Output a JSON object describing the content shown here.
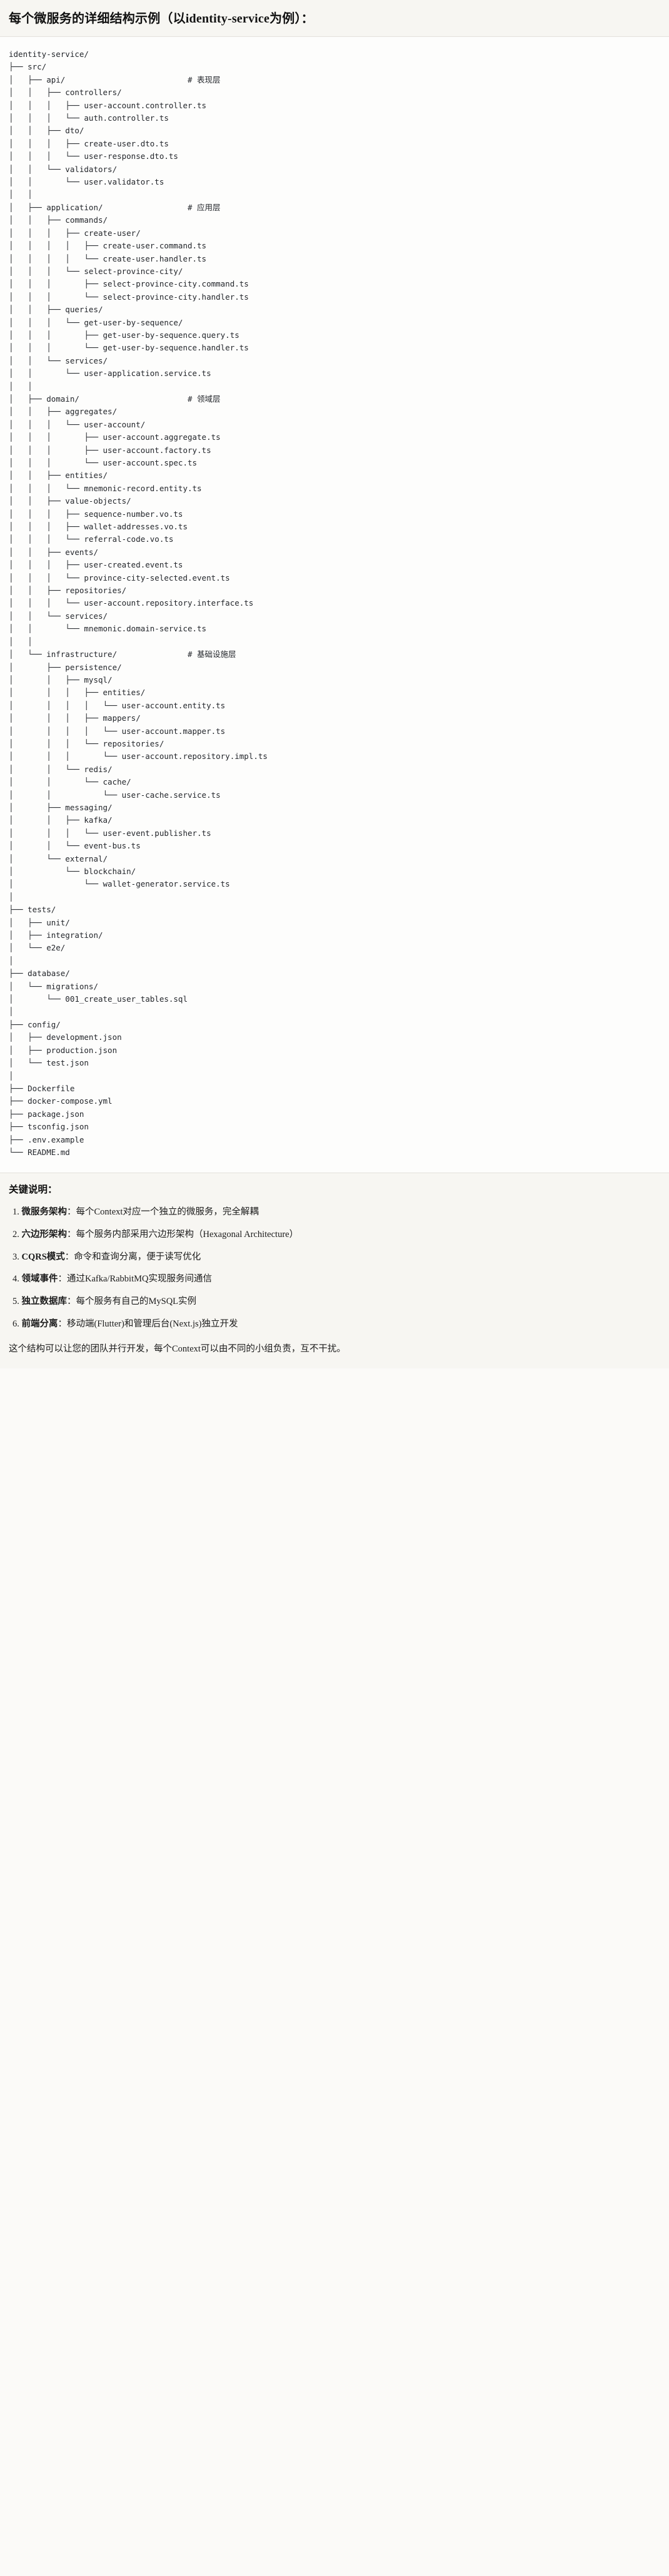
{
  "title": "每个微服务的详细结构示例（以identity-service为例）：",
  "tree": {
    "root": "identity-service/",
    "lines": [
      "identity-service/",
      "├── src/",
      "│   ├── api/                          # 表现层",
      "│   │   ├── controllers/",
      "│   │   │   ├── user-account.controller.ts",
      "│   │   │   └── auth.controller.ts",
      "│   │   ├── dto/",
      "│   │   │   ├── create-user.dto.ts",
      "│   │   │   └── user-response.dto.ts",
      "│   │   └── validators/",
      "│   │       └── user.validator.ts",
      "│   │",
      "│   ├── application/                  # 应用层",
      "│   │   ├── commands/",
      "│   │   │   ├── create-user/",
      "│   │   │   │   ├── create-user.command.ts",
      "│   │   │   │   └── create-user.handler.ts",
      "│   │   │   └── select-province-city/",
      "│   │   │       ├── select-province-city.command.ts",
      "│   │   │       └── select-province-city.handler.ts",
      "│   │   ├── queries/",
      "│   │   │   └── get-user-by-sequence/",
      "│   │   │       ├── get-user-by-sequence.query.ts",
      "│   │   │       └── get-user-by-sequence.handler.ts",
      "│   │   └── services/",
      "│   │       └── user-application.service.ts",
      "│   │",
      "│   ├── domain/                       # 领域层",
      "│   │   ├── aggregates/",
      "│   │   │   └── user-account/",
      "│   │   │       ├── user-account.aggregate.ts",
      "│   │   │       ├── user-account.factory.ts",
      "│   │   │       └── user-account.spec.ts",
      "│   │   ├── entities/",
      "│   │   │   └── mnemonic-record.entity.ts",
      "│   │   ├── value-objects/",
      "│   │   │   ├── sequence-number.vo.ts",
      "│   │   │   ├── wallet-addresses.vo.ts",
      "│   │   │   └── referral-code.vo.ts",
      "│   │   ├── events/",
      "│   │   │   ├── user-created.event.ts",
      "│   │   │   └── province-city-selected.event.ts",
      "│   │   ├── repositories/",
      "│   │   │   └── user-account.repository.interface.ts",
      "│   │   └── services/",
      "│   │       └── mnemonic.domain-service.ts",
      "│   │",
      "│   └── infrastructure/               # 基础设施层",
      "│       ├── persistence/",
      "│       │   ├── mysql/",
      "│       │   │   ├── entities/",
      "│       │   │   │   └── user-account.entity.ts",
      "│       │   │   ├── mappers/",
      "│       │   │   │   └── user-account.mapper.ts",
      "│       │   │   └── repositories/",
      "│       │   │       └── user-account.repository.impl.ts",
      "│       │   └── redis/",
      "│       │       └── cache/",
      "│       │           └── user-cache.service.ts",
      "│       ├── messaging/",
      "│       │   ├── kafka/",
      "│       │   │   └── user-event.publisher.ts",
      "│       │   └── event-bus.ts",
      "│       └── external/",
      "│           └── blockchain/",
      "│               └── wallet-generator.service.ts",
      "│",
      "├── tests/",
      "│   ├── unit/",
      "│   ├── integration/",
      "│   └── e2e/",
      "│",
      "├── database/",
      "│   └── migrations/",
      "│       └── 001_create_user_tables.sql",
      "│",
      "├── config/",
      "│   ├── development.json",
      "│   ├── production.json",
      "│   └── test.json",
      "│",
      "├── Dockerfile",
      "├── docker-compose.yml",
      "├── package.json",
      "├── tsconfig.json",
      "├── .env.example",
      "└── README.md"
    ],
    "layer_comments": [
      {
        "path": "src/api/",
        "comment": "# 表现层"
      },
      {
        "path": "src/application/",
        "comment": "# 应用层"
      },
      {
        "path": "src/domain/",
        "comment": "# 领域层"
      },
      {
        "path": "src/infrastructure/",
        "comment": "# 基础设施层"
      }
    ]
  },
  "notes": {
    "heading": "关键说明：",
    "items": [
      {
        "num": "1.",
        "term": "微服务架构",
        "sep": "：",
        "text": "每个Context对应一个独立的微服务，完全解耦"
      },
      {
        "num": "2.",
        "term": "六边形架构",
        "sep": "：",
        "text": "每个服务内部采用六边形架构（Hexagonal Architecture）"
      },
      {
        "num": "3.",
        "term": "CQRS模式",
        "sep": "：",
        "text": "命令和查询分离，便于读写优化"
      },
      {
        "num": "4.",
        "term": "领域事件",
        "sep": "：",
        "text": "通过Kafka/RabbitMQ实现服务间通信"
      },
      {
        "num": "5.",
        "term": "独立数据库",
        "sep": "：",
        "text": "每个服务有自己的MySQL实例"
      },
      {
        "num": "6.",
        "term": "前端分离",
        "sep": "：",
        "text": "移动端(Flutter)和管理后台(Next.js)独立开发"
      }
    ],
    "closing": "这个结构可以让您的团队并行开发，每个Context可以由不同的小组负责，互不干扰。"
  },
  "colors": {
    "page_bg": "#fbfaf8",
    "title_bg": "#f7f6f2",
    "code_bg": "#fdfdfc",
    "text": "#1c1c1c",
    "code_text": "#23262b",
    "rule": "#e3e1dc"
  }
}
